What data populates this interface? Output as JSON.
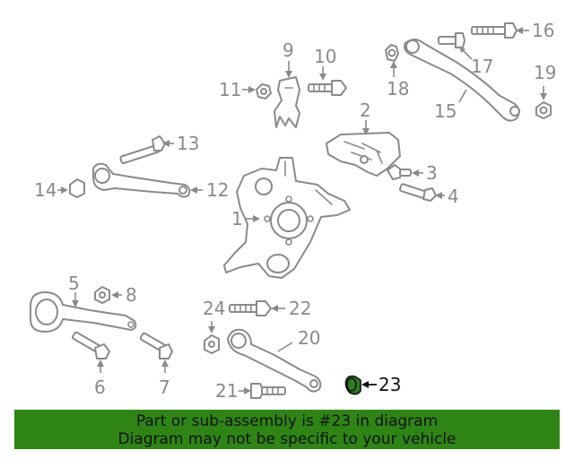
{
  "callouts": {
    "c1": "1",
    "c2": "2",
    "c3": "3",
    "c4": "4",
    "c5": "5",
    "c6": "6",
    "c7": "7",
    "c8": "8",
    "c9": "9",
    "c10": "10",
    "c11": "11",
    "c12": "12",
    "c13": "13",
    "c14": "14",
    "c15": "15",
    "c16": "16",
    "c17": "17",
    "c18": "18",
    "c19": "19",
    "c20": "20",
    "c21": "21",
    "c22": "22",
    "c23": "23",
    "c24": "24"
  },
  "highlight_part": "23",
  "colors": {
    "line": "#8a8a8a",
    "highlight_fill": "#2e7d20",
    "banner": "#2e8514"
  },
  "banner": {
    "line1": "Part or sub-assembly is #23 in diagram",
    "line2": "Diagram may not be specific to your vehicle"
  }
}
